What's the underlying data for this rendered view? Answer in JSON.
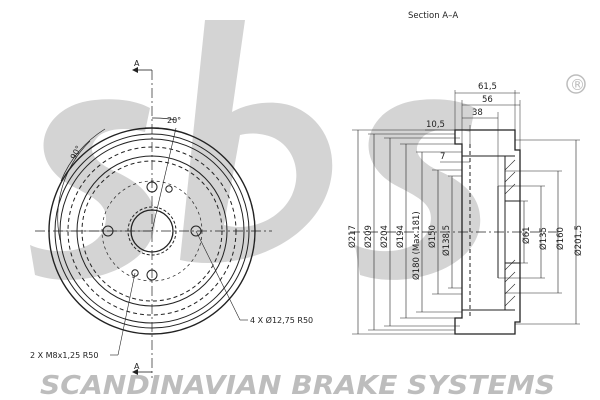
{
  "section_title": "Section A–A",
  "section_marker": "A",
  "brand_text": "SCANDINAVIAN BRAKE SYSTEMS",
  "registered_mark": "®",
  "front_view": {
    "angle_small": "20°",
    "angle_large": "90°",
    "holes_label": "4 X Ø12,75   R50",
    "threads_label": "2 X M8x1,25   R50"
  },
  "section_view": {
    "top_dims": [
      "61,5",
      "56",
      "38",
      "10,5",
      "7"
    ],
    "diameters_left": [
      "Ø217",
      "Ø209",
      "Ø204",
      "Ø194",
      "Ø180 (Max 181)",
      "Ø150",
      "Ø138,5"
    ],
    "diameters_right": [
      "Ø61",
      "Ø135",
      "Ø160",
      "Ø201,5"
    ]
  },
  "colors": {
    "line": "#222222",
    "watermark": "#d4d4d4",
    "brand": "#bdbdbd"
  }
}
